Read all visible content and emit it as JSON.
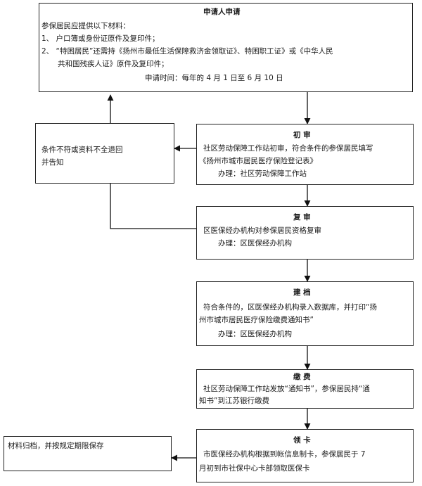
{
  "apply": {
    "title": "申请人申请",
    "lines": [
      "参保居民应提供以下材料：",
      "1、 户口簿或身份证原件及复印件；",
      "2、 “特困居民”还需持《扬州市最低生活保障救济金领取证》、特困职工证》或《中华人民",
      "共和国残疾人证》原件及复印件；",
      "申请时间：每年的 4 月 1 日至 6 月 10 日"
    ]
  },
  "reject": {
    "lines": [
      "条件不符或资料不全退回",
      "并告知"
    ]
  },
  "initial_review": {
    "title": "初 审",
    "lines": [
      "社区劳动保障工作站初审，符合条件的参保居民填写",
      "《扬州市城市居民医疗保险登记表》",
      "办理：社区劳动保障工作站"
    ]
  },
  "second_review": {
    "title": "复 审",
    "lines": [
      "区医保经办机构对参保居民资格复审",
      "办理：区医保经办机构"
    ]
  },
  "archive_record": {
    "title": "建 档",
    "lines": [
      "符合条件的，区医保经办机构录入数据库，并打印“扬",
      "州市城市居民医疗保险缴费通知书”",
      "办理：区医保经办机构"
    ]
  },
  "payment": {
    "title": "缴 费",
    "lines": [
      "社区劳动保障工作站发放“通知书”，参保居民持“通",
      "知书”到江苏银行缴费"
    ]
  },
  "card": {
    "title": "领 卡",
    "lines": [
      "市医保经办机构根据到帐信息制卡，参保居民于 7",
      "月初到市社保中心卡部领取医保卡"
    ]
  },
  "storage": {
    "lines": [
      "材料归档，并按规定期限保存"
    ]
  }
}
